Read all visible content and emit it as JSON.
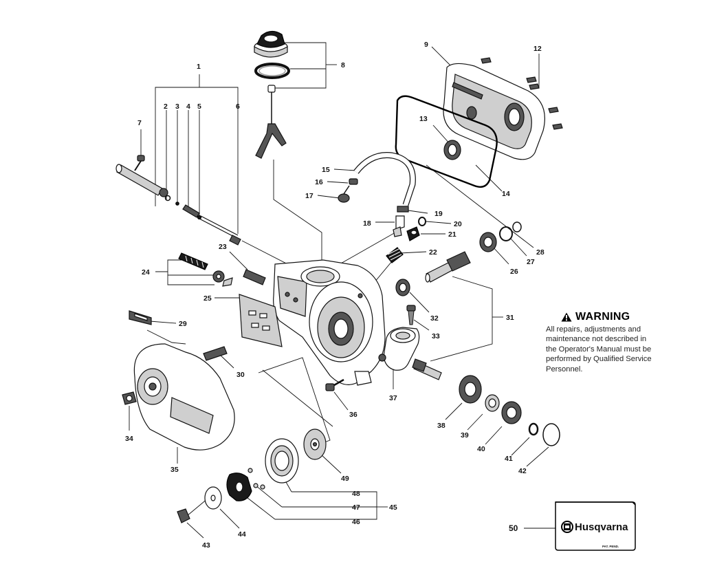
{
  "callouts": {
    "c1": "1",
    "c2": "2",
    "c3": "3",
    "c4": "4",
    "c5": "5",
    "c6": "6",
    "c7": "7",
    "c8": "8",
    "c9": "9",
    "c12": "12",
    "c13": "13",
    "c14": "14",
    "c15": "15",
    "c16": "16",
    "c17": "17",
    "c18": "18",
    "c19": "19",
    "c20": "20",
    "c21": "21",
    "c22": "22",
    "c23": "23",
    "c24": "24",
    "c25": "25",
    "c26": "26",
    "c27": "27",
    "c28": "28",
    "c29": "29",
    "c30": "30",
    "c31": "31",
    "c32": "32",
    "c33": "33",
    "c34": "34",
    "c35": "35",
    "c36": "36",
    "c37": "37",
    "c38": "38",
    "c39": "39",
    "c40": "40",
    "c41": "41",
    "c42": "42",
    "c43": "43",
    "c44": "44",
    "c45": "45",
    "c46": "46",
    "c47": "47",
    "c48": "48",
    "c49": "49",
    "c50": "50"
  },
  "warning": {
    "title": "WARNING",
    "lines": [
      "All repairs, adjustments and",
      "maintenance not described in",
      "the Operator's Manual must be",
      "performed by Qualified Service",
      "Personnel."
    ]
  },
  "decal": {
    "brand": "Husqvarna",
    "fine_print": "PAT. PEND."
  }
}
